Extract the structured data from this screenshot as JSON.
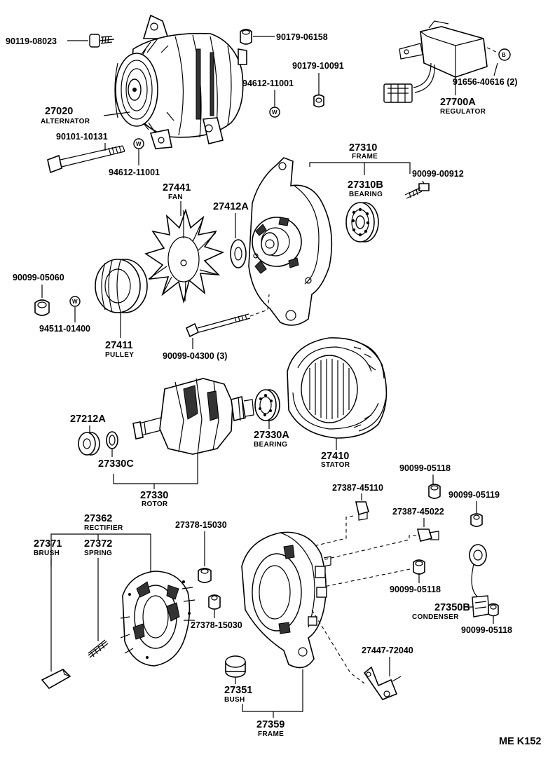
{
  "labels": {
    "p90119_08023": "90119-08023",
    "p90179_06158": "90179-06158",
    "p90179_10091": "90179-10091",
    "p94612_11001_a": "94612-11001",
    "p27020": "27020",
    "alternator": "ALTERNATOR",
    "p90101_10131": "90101-10131",
    "p94612_11001_b": "94612-11001",
    "p91656_40616": "91656-40616 (2)",
    "p27700a": "27700A",
    "regulator": "REGULATOR",
    "p27310": "27310",
    "frame_top": "FRAME",
    "p27310b": "27310B",
    "bearing_top": "BEARING",
    "p90099_00912": "90099-00912",
    "p27441": "27441",
    "fan": "FAN",
    "p27412a": "27412A",
    "p90099_05060": "90099-05060",
    "p94511_01400": "94511-01400",
    "p27411": "27411",
    "pulley": "PULLEY",
    "p90099_04300": "90099-04300 (3)",
    "p27212a": "27212A",
    "p27330c": "27330C",
    "p27330a": "27330A",
    "bearing_mid": "BEARING",
    "p27410": "27410",
    "stator": "STATOR",
    "p27330": "27330",
    "rotor": "ROTOR",
    "p90099_05118_a": "90099-05118",
    "p27387_45110": "27387-45110",
    "p90099_05119": "90099-05119",
    "p27387_45022": "27387-45022",
    "p27362": "27362",
    "rectifier": "RECTIFIER",
    "p27371": "27371",
    "brush": "BRUSH",
    "p27372": "27372",
    "spring": "SPRING",
    "p27378_15030_a": "27378-15030",
    "p27378_15030_b": "27378-15030",
    "p90099_05118_b": "90099-05118",
    "p27350b": "27350B",
    "condenser": "CONDENSER",
    "p90099_05118_c": "90099-05118",
    "p27447_72040": "27447-72040",
    "p27351": "27351",
    "bush": "BUSH",
    "p27359": "27359",
    "frame_bottom": "FRAME",
    "footer": "ME  K152"
  },
  "markers": {
    "w": "W",
    "b": "B"
  }
}
